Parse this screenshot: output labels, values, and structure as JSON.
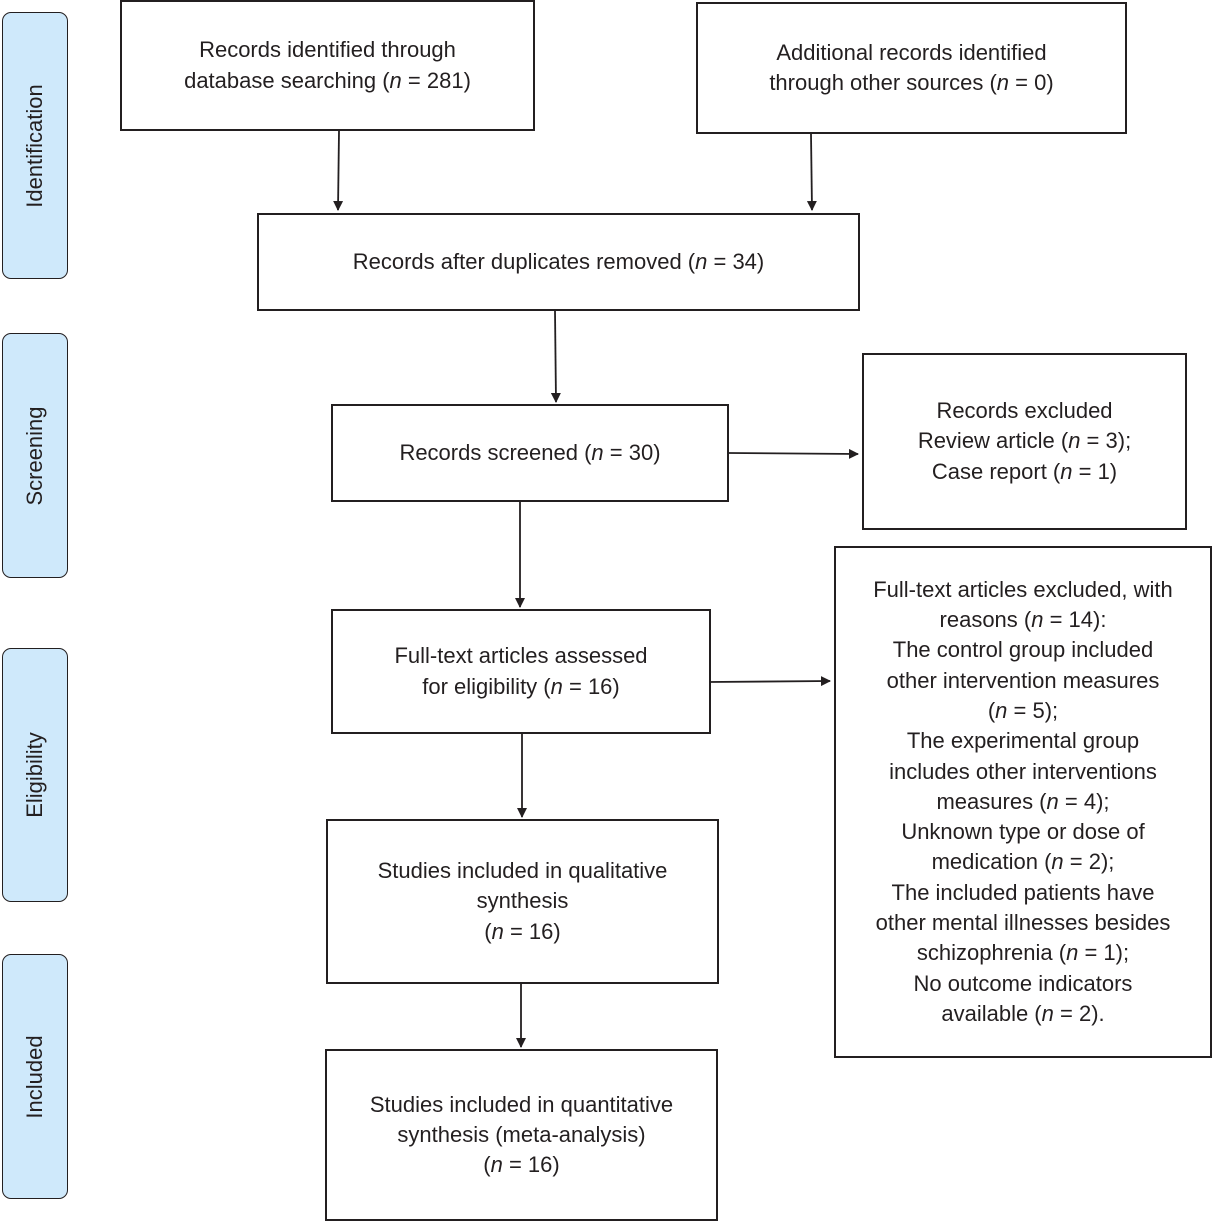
{
  "phases": [
    "Identification",
    "Screening",
    "Eligibility",
    "Included"
  ],
  "boxes": {
    "database": [
      [
        "Records identified through"
      ],
      [
        "database searching (",
        {
          "i": "n"
        },
        " = 281)"
      ]
    ],
    "other_sources": [
      [
        "Additional records identified"
      ],
      [
        "through other sources (",
        {
          "i": "n"
        },
        " = 0)"
      ]
    ],
    "duplicates_removed": [
      [
        "Records after duplicates removed (",
        {
          "i": "n"
        },
        " = 34)"
      ]
    ],
    "screened": [
      [
        "Records screened (",
        {
          "i": "n"
        },
        " = 30)"
      ]
    ],
    "excluded": [
      [
        "Records excluded"
      ],
      [
        "Review article (",
        {
          "i": "n"
        },
        " = 3);"
      ],
      [
        "Case report (",
        {
          "i": "n"
        },
        " = 1)"
      ]
    ],
    "fulltext": [
      [
        "Full-text articles assessed"
      ],
      [
        "for eligibility (",
        {
          "i": "n"
        },
        " = 16)"
      ]
    ],
    "fulltext_excluded": [
      [
        "Full-text articles excluded, with"
      ],
      [
        "reasons (",
        {
          "i": "n"
        },
        " = 14):"
      ],
      [
        "The control group included"
      ],
      [
        "other intervention measures"
      ],
      [
        "(",
        {
          "i": "n"
        },
        " = 5);"
      ],
      [
        "The experimental group"
      ],
      [
        "includes other interventions"
      ],
      [
        "measures (",
        {
          "i": "n"
        },
        " = 4);"
      ],
      [
        "Unknown type or dose of"
      ],
      [
        "medication (",
        {
          "i": "n"
        },
        " = 2);"
      ],
      [
        "The included patients have"
      ],
      [
        "other mental illnesses besides"
      ],
      [
        "schizophrenia (",
        {
          "i": "n"
        },
        " = 1);"
      ],
      [
        "No outcome indicators"
      ],
      [
        "available (",
        {
          "i": "n"
        },
        " = 2)."
      ]
    ],
    "qualitative": [
      [
        "Studies included in qualitative"
      ],
      [
        "synthesis"
      ],
      [
        "(",
        {
          "i": "n"
        },
        " = 16)"
      ]
    ],
    "quantitative": [
      [
        "Studies included in quantitative"
      ],
      [
        "synthesis (meta-analysis)"
      ],
      [
        "(",
        {
          "i": "n"
        },
        " = 16)"
      ]
    ]
  }
}
